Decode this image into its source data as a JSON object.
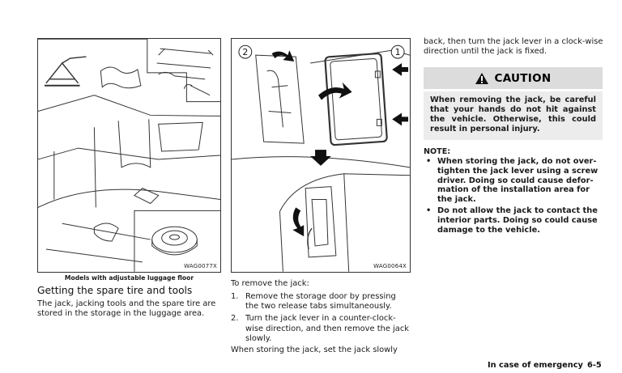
{
  "left_column": {
    "figure_code": "WAG0077X",
    "figure_caption": "Models with adjustable luggage floor",
    "heading": "Getting the spare tire and tools",
    "paragraph": "The jack, jacking tools and the spare tire are stored in the storage in the luggage area."
  },
  "middle_column": {
    "figure_code": "WAG0064X",
    "callout_2": "2",
    "callout_1": "1",
    "intro": "To remove the jack:",
    "steps": [
      {
        "num": "1.",
        "text": "Remove the storage door by pressing the two release tabs simultaneously."
      },
      {
        "num": "2.",
        "text": "Turn the jack lever in a counter-clock-wise direction, and then remove the jack slowly."
      }
    ],
    "storing_text": "When storing the jack, set the jack slowly"
  },
  "right_column": {
    "continued_text": "back, then turn the jack lever in a clock-wise direction until the jack is fixed.",
    "caution_title": "CAUTION",
    "caution_text": "When removing the jack, be careful that your hands do not hit against the vehicle. Otherwise, this could result in personal injury.",
    "note_title": "NOTE:",
    "bullet_symbol": "•",
    "notes": [
      "When storing the jack, do not over-tighten the jack lever using a screw driver. Doing so could cause defor-mation of the installation area for the jack.",
      "Do not allow the jack to contact the interior parts. Doing so could cause damage to the vehicle."
    ]
  },
  "footer": {
    "section": "In case of emergency",
    "page": "6-5"
  },
  "icons": {
    "warning": "warning-triangle-icon"
  }
}
